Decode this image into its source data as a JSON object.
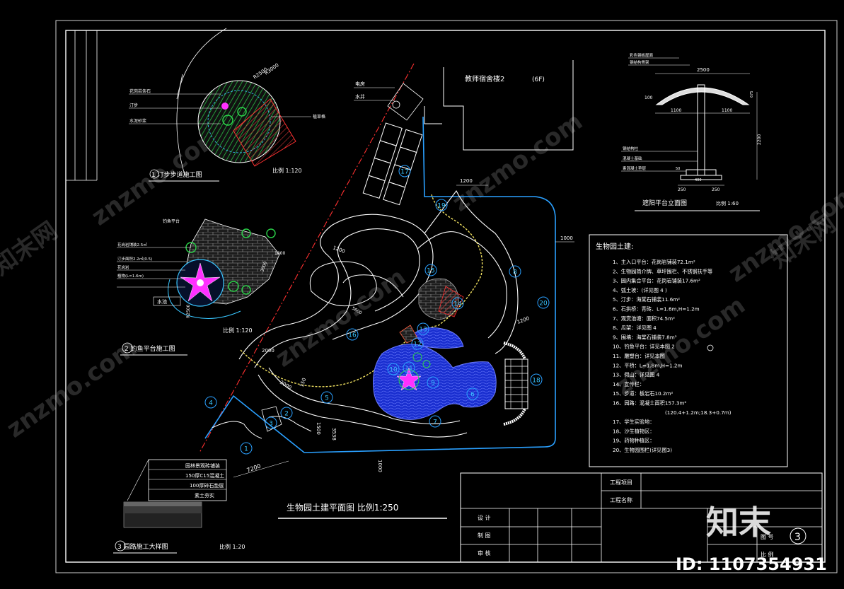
{
  "drawing": {
    "main_title": "生物园土建平面图  比例1:250",
    "building_label": "教师宿舍楼2",
    "building_floors": "(6F)",
    "utility_labels": [
      "电房",
      "水井"
    ],
    "dims": {
      "d1200a": "1200",
      "d1200b": "1200",
      "d1200c": "1200",
      "d1000a": "1000",
      "d1000b": "1000",
      "d2000": "2000",
      "d3000": "3000",
      "d3538": "3538",
      "d1500": "1500",
      "d7200": "7200",
      "d5600": "5600",
      "d150": "150"
    },
    "plan_numbers": [
      "1",
      "2",
      "3",
      "4",
      "5",
      "6",
      "7",
      "8",
      "9",
      "10",
      "11",
      "12",
      "13",
      "14",
      "15",
      "16",
      "17",
      "18",
      "19",
      "20"
    ]
  },
  "details": {
    "d1_title": "1 汀步步道施工图",
    "d1_scale": "比例 1:120",
    "d1_dims": [
      "R2500",
      "R3000"
    ],
    "d1_labels": [
      "花岗岩条石",
      "汀步",
      "水泥砂浆",
      "植草格"
    ],
    "d2_title": "2 钓鱼平台施工图",
    "d2_scale": "比例 1:120",
    "d2_labels": [
      "钓鱼平台",
      "花岗岩铺装2.5㎡",
      "汀步面积2.2㎡(0.5)",
      "花岗岩",
      "植物(L=1.6m)"
    ],
    "d2_dims": [
      "R2500",
      "3000",
      "1800"
    ],
    "d2_water": "水池",
    "d3_title": "3 园路施工大样图",
    "d3_scale": "比例 1:20",
    "d3_layers": [
      "园林景观砖铺装",
      "150厚C15混凝土",
      "100厚碎石垫层",
      "素土夯实"
    ]
  },
  "elevation": {
    "title": "遮阳平台立面图",
    "scale": "比例 1:60",
    "labels": [
      "彩色钢板屋面",
      "钢结构骨架",
      "钢结构柱",
      "混凝土基础",
      "素混凝土垫层"
    ],
    "dims": [
      "2500",
      "1100",
      "1100",
      "100",
      "2200",
      "250",
      "250",
      "400",
      "50",
      "675"
    ]
  },
  "legend": {
    "title": "生物园土建:",
    "items": [
      {
        "n": "1、",
        "text": "主入口平台：花岗岩铺装72.1m²"
      },
      {
        "n": "2、",
        "text": "生物园简介牌、草坪围栏、不锈钢扶手等"
      },
      {
        "n": "3、",
        "text": "园内集合平台：花岗岩铺装17.6m²"
      },
      {
        "n": "4、",
        "text": "弧土坡：(详见图 4 )"
      },
      {
        "n": "5、",
        "text": "汀步：海棠石铺装11.6m²"
      },
      {
        "n": "6、",
        "text": "石拱桥：青砖、L=1.6m,H=1.2m"
      },
      {
        "n": "7、",
        "text": "观赏池塘：面积74.5m²"
      },
      {
        "n": "8、",
        "text": "瓜架：详见图 4"
      },
      {
        "n": "9、",
        "text": "围墙：海棠石铺装7.8m²"
      },
      {
        "n": "10、",
        "text": "钓鱼平台：详见本图 2"
      },
      {
        "n": "11、",
        "text": "雕塑台：详见本图"
      },
      {
        "n": "12、",
        "text": "平桥：L=1.8m,H=1.2m"
      },
      {
        "n": "13、",
        "text": "假山：详见图 4"
      },
      {
        "n": "14、",
        "text": "宣传栏："
      },
      {
        "n": "15、",
        "text": "步道：板岩石10.2m²"
      },
      {
        "n": "16、",
        "text": "园路：混凝土面积157.3m²"
      },
      {
        "n": "",
        "text": "(120.4+1.2m;18.3+0.7m)"
      },
      {
        "n": "17、",
        "text": "学生实验地："
      },
      {
        "n": "18、",
        "text": "沙生植物区："
      },
      {
        "n": "19、",
        "text": "药物种植区："
      },
      {
        "n": "20、",
        "text": "生物园围栏(详见图3)"
      }
    ]
  },
  "title_block": {
    "project_item": "工程项目",
    "project_name": "工程名称",
    "design": "设 计",
    "drawing": "制 图",
    "review": "审 核",
    "sheet_label_top": "图 号",
    "sheet_label_bot": "比 例",
    "sheet_no": "3"
  },
  "branding": {
    "watermark": "znzmo.com",
    "watermark_cn": "知末网",
    "logo": "知末",
    "id": "ID: 1107354931"
  },
  "colors": {
    "background": "#000000",
    "path": "#ffffff",
    "water": "#1a2fd0",
    "fence": "#2aa0ff",
    "accent_red": "#ff3030",
    "plant_green": "#21c43a",
    "magenta": "#ff30ff",
    "yellow_dashed": "#f0e060"
  }
}
